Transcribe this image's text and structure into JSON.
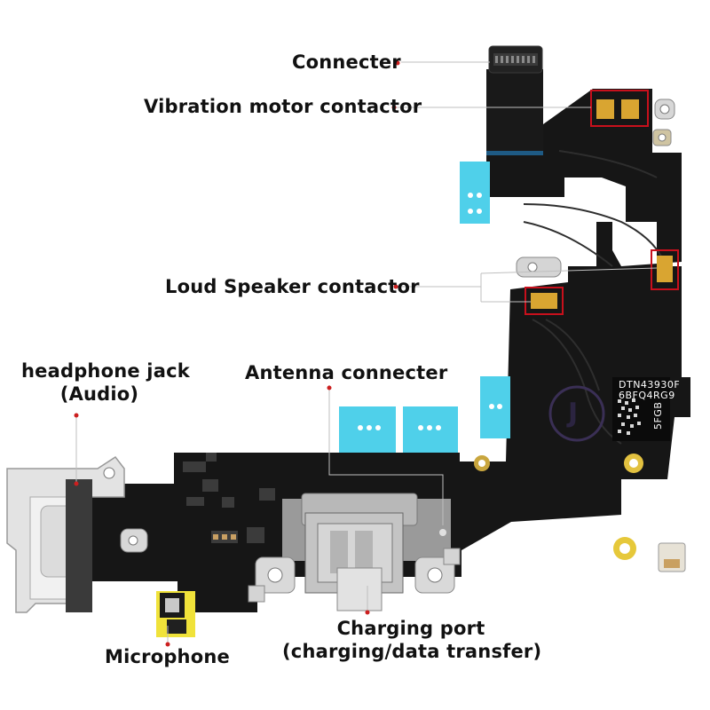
{
  "labels": {
    "connecter": "Connecter",
    "vibration": "Vibration motor contactor",
    "loud_speaker": "Loud Speaker contactor",
    "headphone_line1": "headphone jack",
    "headphone_line2": "(Audio)",
    "antenna": "Antenna connecter",
    "charging_line1": "Charging port",
    "charging_line2": "(charging/data transfer)",
    "microphone": "Microphone"
  },
  "board_print": {
    "line1": "DTN43930F",
    "line2": "6BFQ4RG9",
    "line3": "5FGB"
  },
  "watermark": "J",
  "colors": {
    "flex": "#161616",
    "pointer_dot": "#cc1f1f",
    "highlight_box": "#c8101c",
    "gold_pad": "#d9a531",
    "blue_tape": "#4fd0ea"
  }
}
